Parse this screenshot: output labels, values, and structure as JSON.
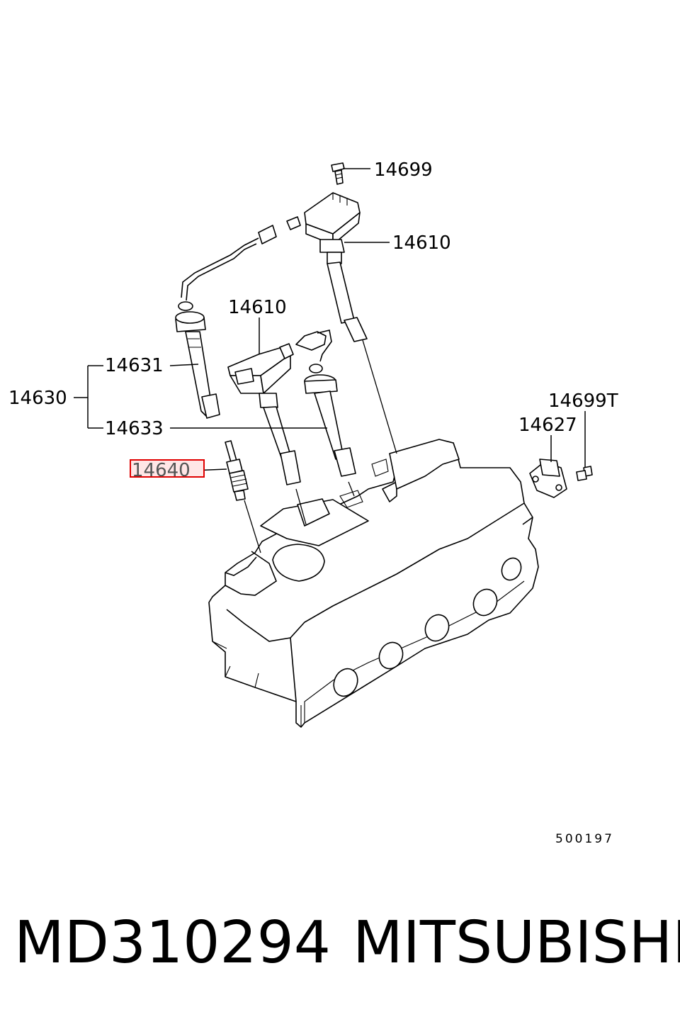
{
  "callouts": {
    "bolt_top": "14699",
    "coil_upper": "14610",
    "coil_middle": "14610",
    "cable_1": "14631",
    "cable_set": "14630",
    "cable_3": "14633",
    "spark_plug": "14640",
    "sensor_bolt": "14699T",
    "sensor": "14627"
  },
  "highlighted_part": "14640",
  "highlight_color": "#e00000",
  "diagram_code": "500197",
  "footer": {
    "part_number": "MD310294",
    "brand": "MITSUBISHI"
  }
}
